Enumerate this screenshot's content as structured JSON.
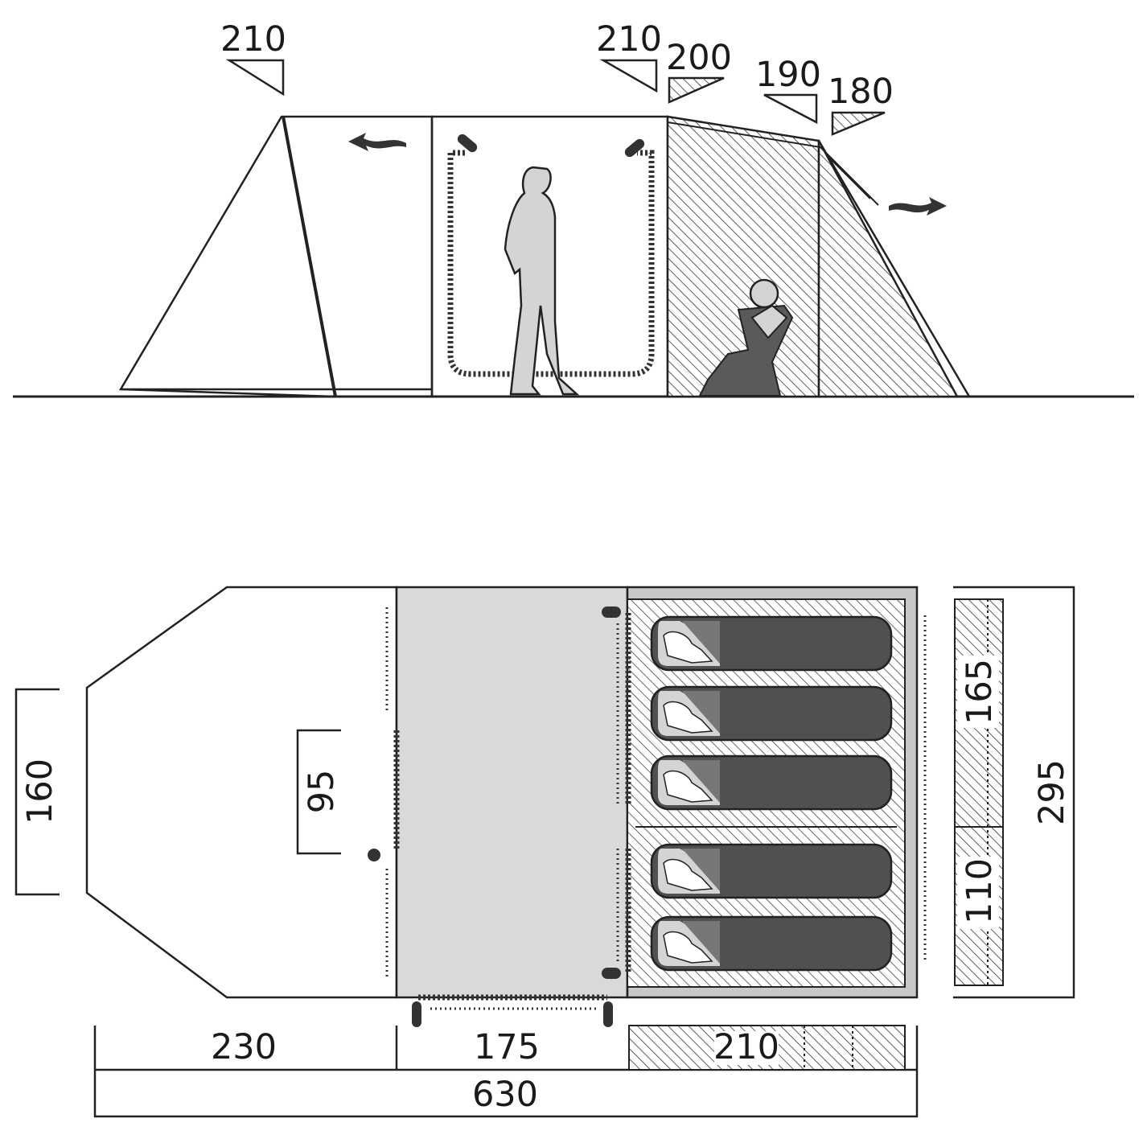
{
  "side_view": {
    "heights": [
      {
        "id": "h1",
        "label": "210",
        "pattern": "outline"
      },
      {
        "id": "h2",
        "label": "210",
        "pattern": "outline"
      },
      {
        "id": "h3",
        "label": "200",
        "pattern": "hatched"
      },
      {
        "id": "h4",
        "label": "190",
        "pattern": "outline"
      },
      {
        "id": "h5",
        "label": "180",
        "pattern": "hatched"
      }
    ]
  },
  "floor_plan": {
    "dimensions": {
      "front_width": "160",
      "door_width": "95",
      "porch_length": "230",
      "living_length": "175",
      "bedroom_length": "210",
      "total_length": "630",
      "total_width": "295",
      "bedroom_a_width": "165",
      "bedroom_b_width": "110"
    },
    "sleeping_bag_count": 5
  },
  "colors": {
    "line": "#222222",
    "living_fill": "#d9d9d9",
    "bedroom_fill": "#c8c8c8",
    "sleeping_bag": "#505050",
    "person": "#d4d4d4",
    "seated_person": "#5a5a5a"
  }
}
